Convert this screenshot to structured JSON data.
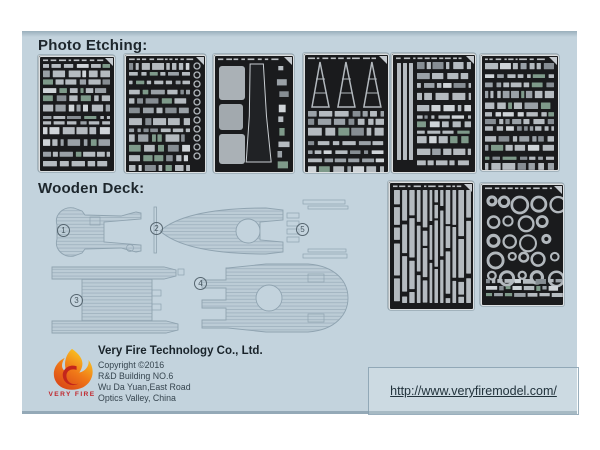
{
  "sections": {
    "photo_etching_title": "Photo Etching:",
    "wooden_deck_title": "Wooden Deck:"
  },
  "photo_etching": {
    "sheet_count": 6
  },
  "wooden_deck": {
    "sheet_count": 2,
    "part_numbers": [
      "1",
      "2",
      "3",
      "4",
      "5"
    ]
  },
  "footer": {
    "logo_text": "VERY FIRE",
    "company_name": "Very Fire Technology Co., Ltd.",
    "address_lines": [
      "Copyright ©2016",
      "R&D Building NO.6",
      "Wu Da Yuan,East Road",
      "Optics Valley, China"
    ],
    "website": "http://www.veryfiremodel.com/"
  },
  "colors": {
    "page_blue": "#c3d3dd",
    "edge_blue": "#9db3c1",
    "sheet_dark": "#1a1b1d",
    "part_gray": "#b5bbc0",
    "accent_red": "#c0272d",
    "flame_orange": "#f07818",
    "heading": "#1d262c",
    "deck_line": "#8fa3b0"
  }
}
